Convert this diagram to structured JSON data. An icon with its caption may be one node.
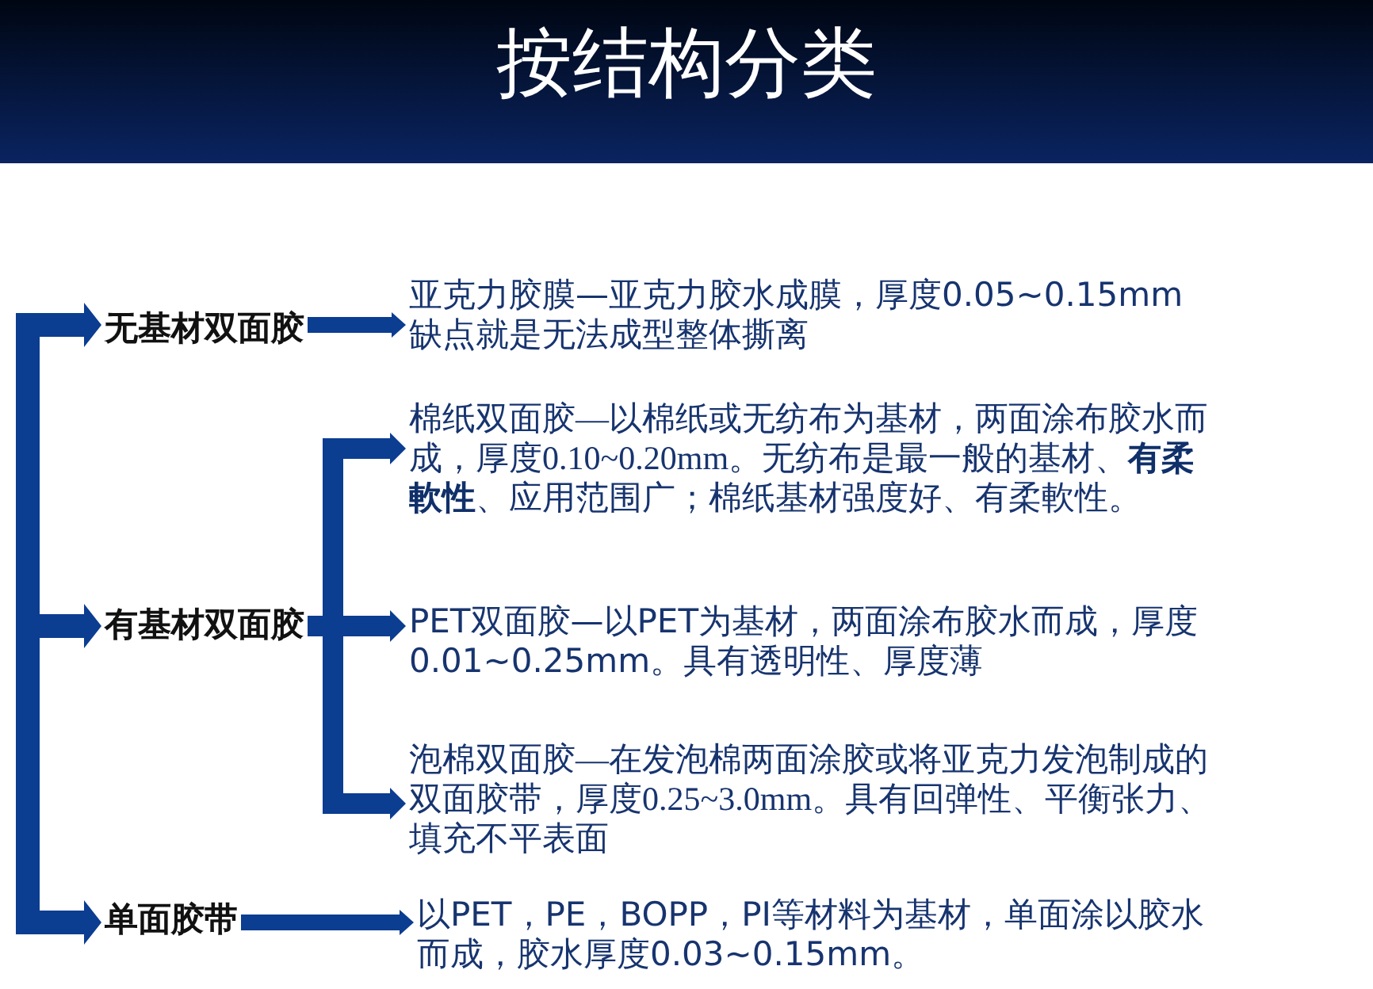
{
  "diagram": {
    "title": "按结构分类",
    "nodes": [
      {
        "text": [
          "无基材双面胶"
        ]
      },
      {
        "text": [
          "有基材双面胶"
        ]
      },
      {
        "text": [
          "单面胶带"
        ]
      },
      {
        "text": [
          "亚克力胶膜—亚克力胶水成膜，厚度0.05~0.15mm缺点就是无法成型整体撕离"
        ]
      },
      {
        "text": [
          "棉纸双面胶—以棉纸或无纺布为基材，两面涂布胶水而成，厚度0.10~0.20mm。无纺布是最一般的基材、**有柔軟性**、应用范围广；棉纸基材强度好、有柔軟性。"
        ]
      },
      {
        "text": [
          "PET双面胶—以PET为基材，两面涂布胶水而成，厚度0.01~0.25mm。具有透明性、厚度薄"
        ]
      },
      {
        "text": [
          "泡棉双面胶—在发泡棉两面涂胶或将亚克力发泡制成的双面胶带，厚度0.25~3.0mm。具有回弹性、平衡张力、填充不平表面"
        ]
      },
      {
        "text": [
          "以PET，PE，BOPP，PI等材料为基材，单面涂以胶水而成，胶水厚度0.03~0.15mm。"
        ]
      }
    ],
    "edges": [
      {
        "from": null,
        "to": 0,
        "arrow": "to"
      },
      {
        "from": null,
        "to": 1,
        "arrow": "to"
      },
      {
        "from": null,
        "to": 2,
        "arrow": "to"
      },
      {
        "from": 0,
        "to": 3,
        "arrow": "to"
      },
      {
        "from": 1,
        "to": 4,
        "arrow": "to"
      },
      {
        "from": 1,
        "to": 5,
        "arrow": "to"
      },
      {
        "from": 1,
        "to": 6,
        "arrow": "to"
      },
      {
        "from": 2,
        "to": 7,
        "arrow": "to"
      }
    ]
  }
}
